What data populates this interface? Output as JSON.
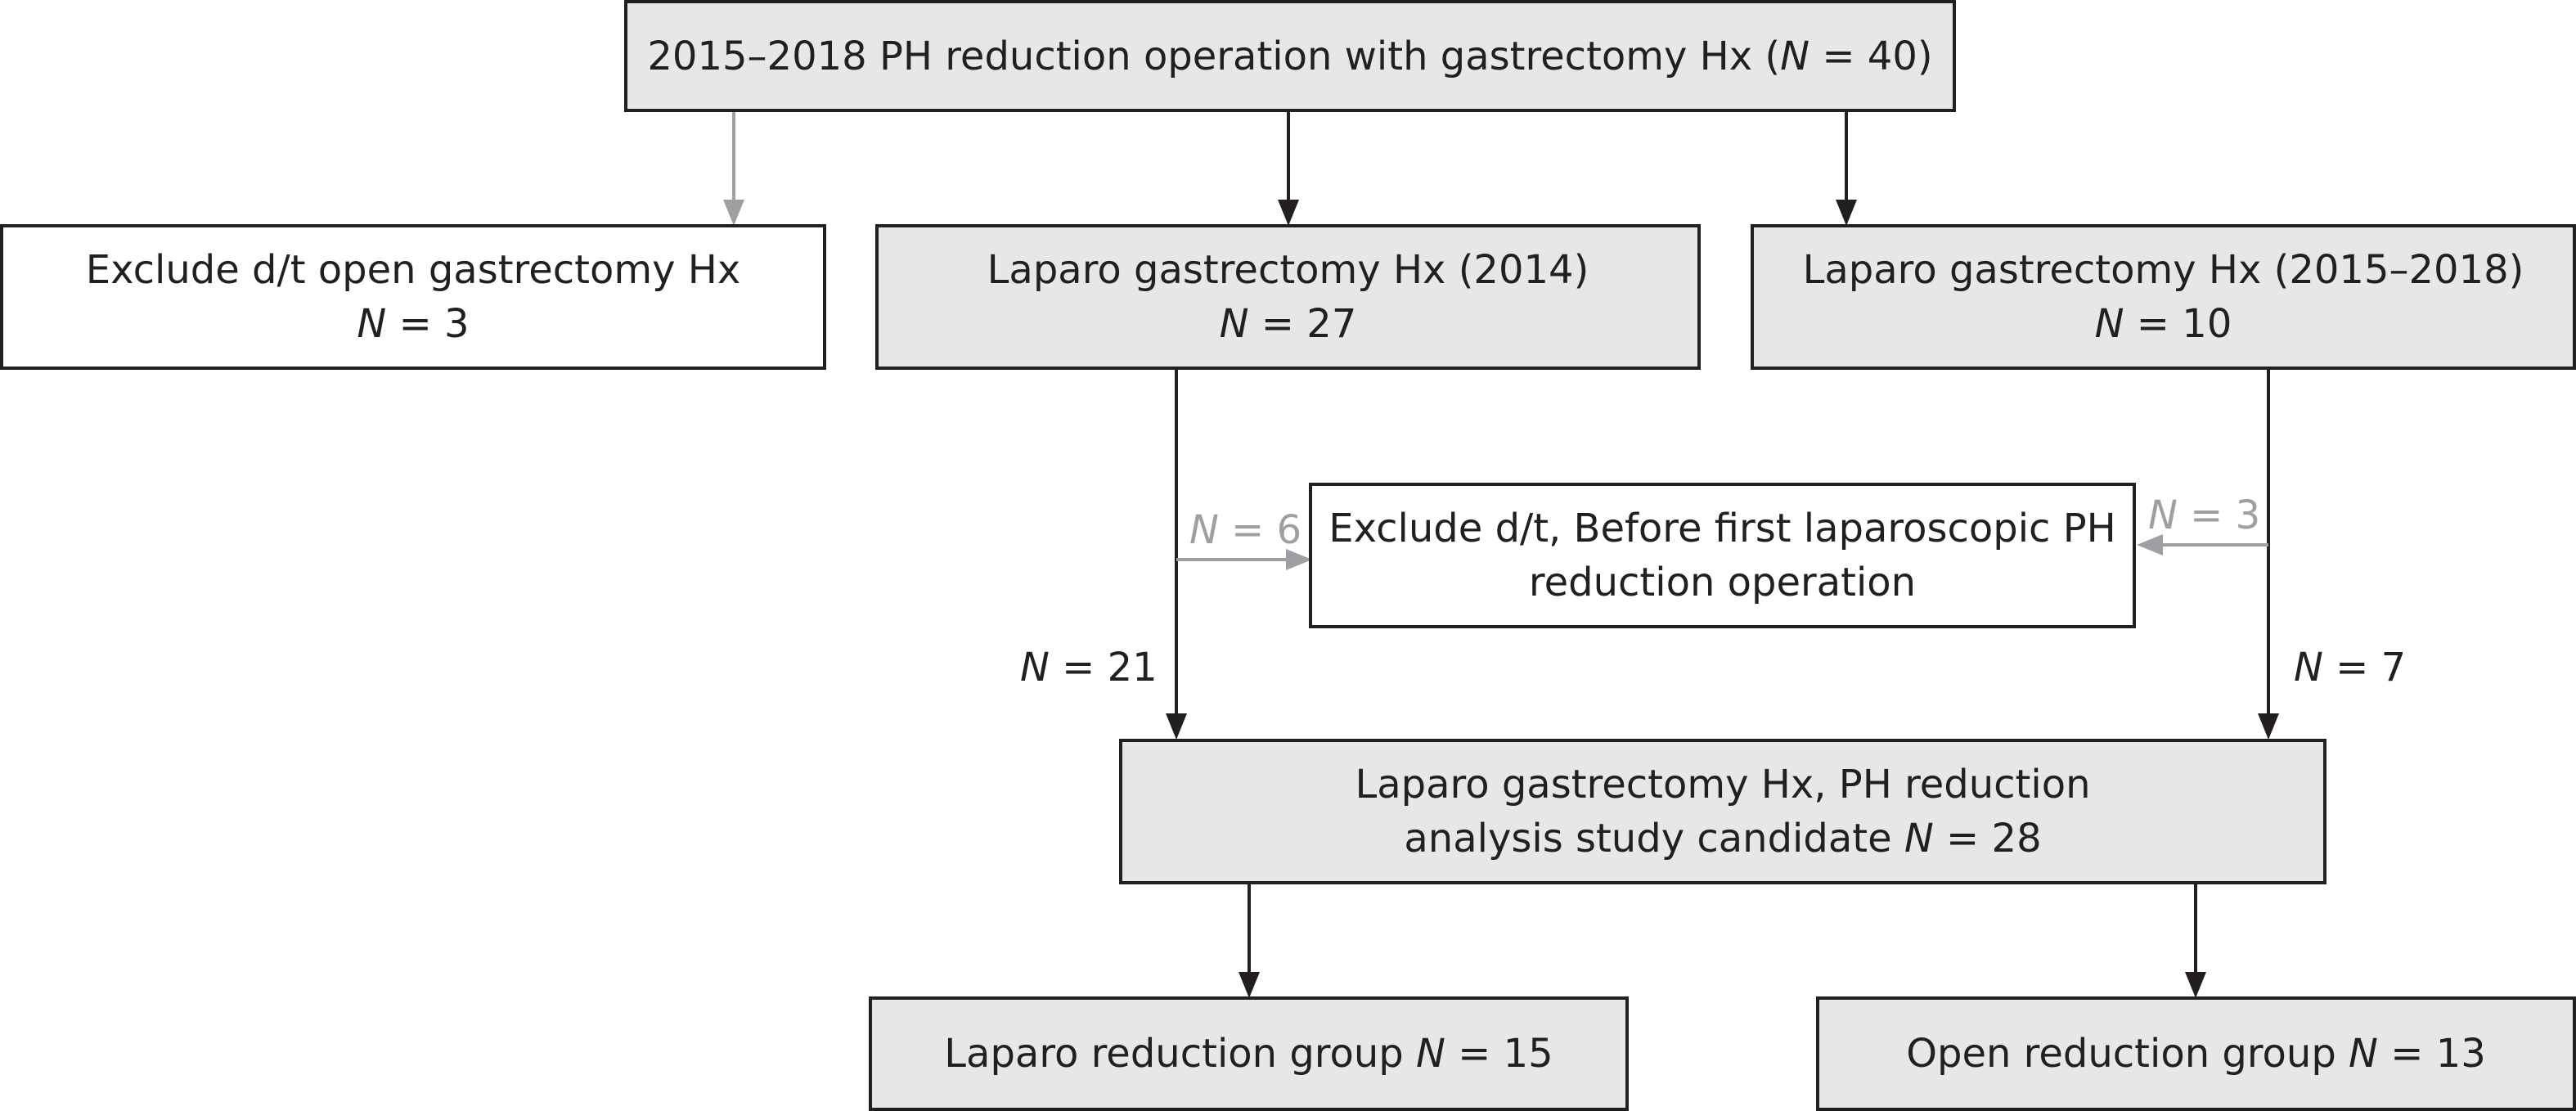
{
  "colors": {
    "box_fill": "#e6e7e8",
    "box_border": "#231f20",
    "exclude_arrow": "#9d9fa2",
    "main_arrow": "#231f20"
  },
  "boxes": {
    "top": {
      "line1": "2015–2018 PH reduction operation with gastrectomy Hx (",
      "n_symbol": "N",
      "n_value": " = 40)"
    },
    "exclude_open": {
      "line1": "Exclude d/t open gastrectomy Hx",
      "n_symbol": "N",
      "n_value": " = 3"
    },
    "laparo_2014": {
      "line1": "Laparo gastrectomy Hx (2014)",
      "n_symbol": "N",
      "n_value": " = 27"
    },
    "laparo_2015_2018": {
      "line1": "Laparo gastrectomy Hx (2015–2018)",
      "n_symbol": "N",
      "n_value": " = 10"
    },
    "exclude_before_first": {
      "line1": "Exclude d/t, Before first laparoscopic PH",
      "line2": "reduction operation"
    },
    "candidate": {
      "line1": "Laparo gastrectomy Hx, PH reduction",
      "line2_prefix": "analysis study candidate ",
      "n_symbol": "N",
      "n_value": " = 28"
    },
    "laparo_group": {
      "prefix": "Laparo reduction group ",
      "n_symbol": "N",
      "n_value": " = 15"
    },
    "open_group": {
      "prefix": "Open reduction group ",
      "n_symbol": "N",
      "n_value": " = 13"
    }
  },
  "edge_labels": {
    "left_excluded": {
      "n_symbol": "N",
      "n_value": " = 6"
    },
    "right_excluded": {
      "n_symbol": "N",
      "n_value": " = 3"
    },
    "left_kept": {
      "n_symbol": "N",
      "n_value": " = 21"
    },
    "right_kept": {
      "n_symbol": "N",
      "n_value": " = 7"
    }
  }
}
